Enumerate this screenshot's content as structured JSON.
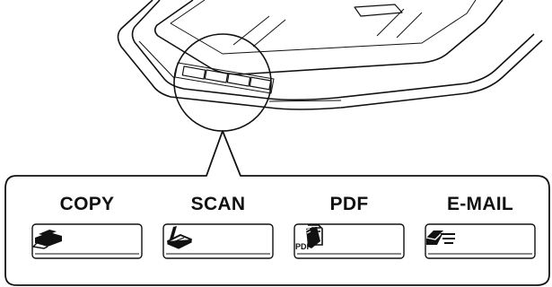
{
  "buttons": [
    {
      "label": "COPY",
      "icon": "copy-icon"
    },
    {
      "label": "SCAN",
      "icon": "scan-icon"
    },
    {
      "label": "PDF",
      "icon": "pdf-icon",
      "icon_text": "PDF"
    },
    {
      "label": "E-MAIL",
      "icon": "email-icon"
    }
  ],
  "colors": {
    "line": "#111111",
    "fill_light": "#f3f3f3",
    "icon": "#111111"
  }
}
